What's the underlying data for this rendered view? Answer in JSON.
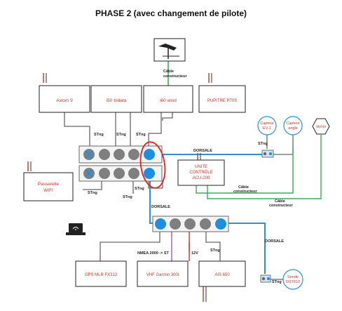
{
  "title": "PHASE 2 (avec changement de pilote)",
  "boxes": {
    "axiom": "Axiom 9",
    "i50": "i50 tridata",
    "i60": "i60 wind",
    "pupitre": "PUPITRE P70S",
    "passerelle_l1": "Passerelle",
    "passerelle_l2": "WIFI",
    "unite_l1": "UNITE",
    "unite_l2": "CONTRÔLE",
    "unite_l3": "ACU-200",
    "gps": "GPS MLR FX312",
    "vhf": "VHF Garmin 300i",
    "ais": "AIS 650"
  },
  "sensors": {
    "ev1_l1": "Capteur",
    "ev1_l2": "EV-1",
    "angle_l1": "Capteur",
    "angle_l2": "angle",
    "verrin": "Verrin",
    "sonde_l1": "Sonde",
    "sonde_l2": "DST810"
  },
  "labels": {
    "cable_constructeur_1": "Câble",
    "cable_constructeur_2": "constructeur",
    "stng": "STng",
    "dorsale": "DORSALE",
    "nmea": "NMEA 2000 -> ST",
    "v12": "12V"
  },
  "colors": {
    "backbone": "#2f8fd0",
    "node": "#1e8fe0",
    "port": "#7f7f7f",
    "sensor_border": "#2f8fd0",
    "green_cable": "#3aaa5a",
    "highlight": "#e02020",
    "box_border": "#222222"
  }
}
